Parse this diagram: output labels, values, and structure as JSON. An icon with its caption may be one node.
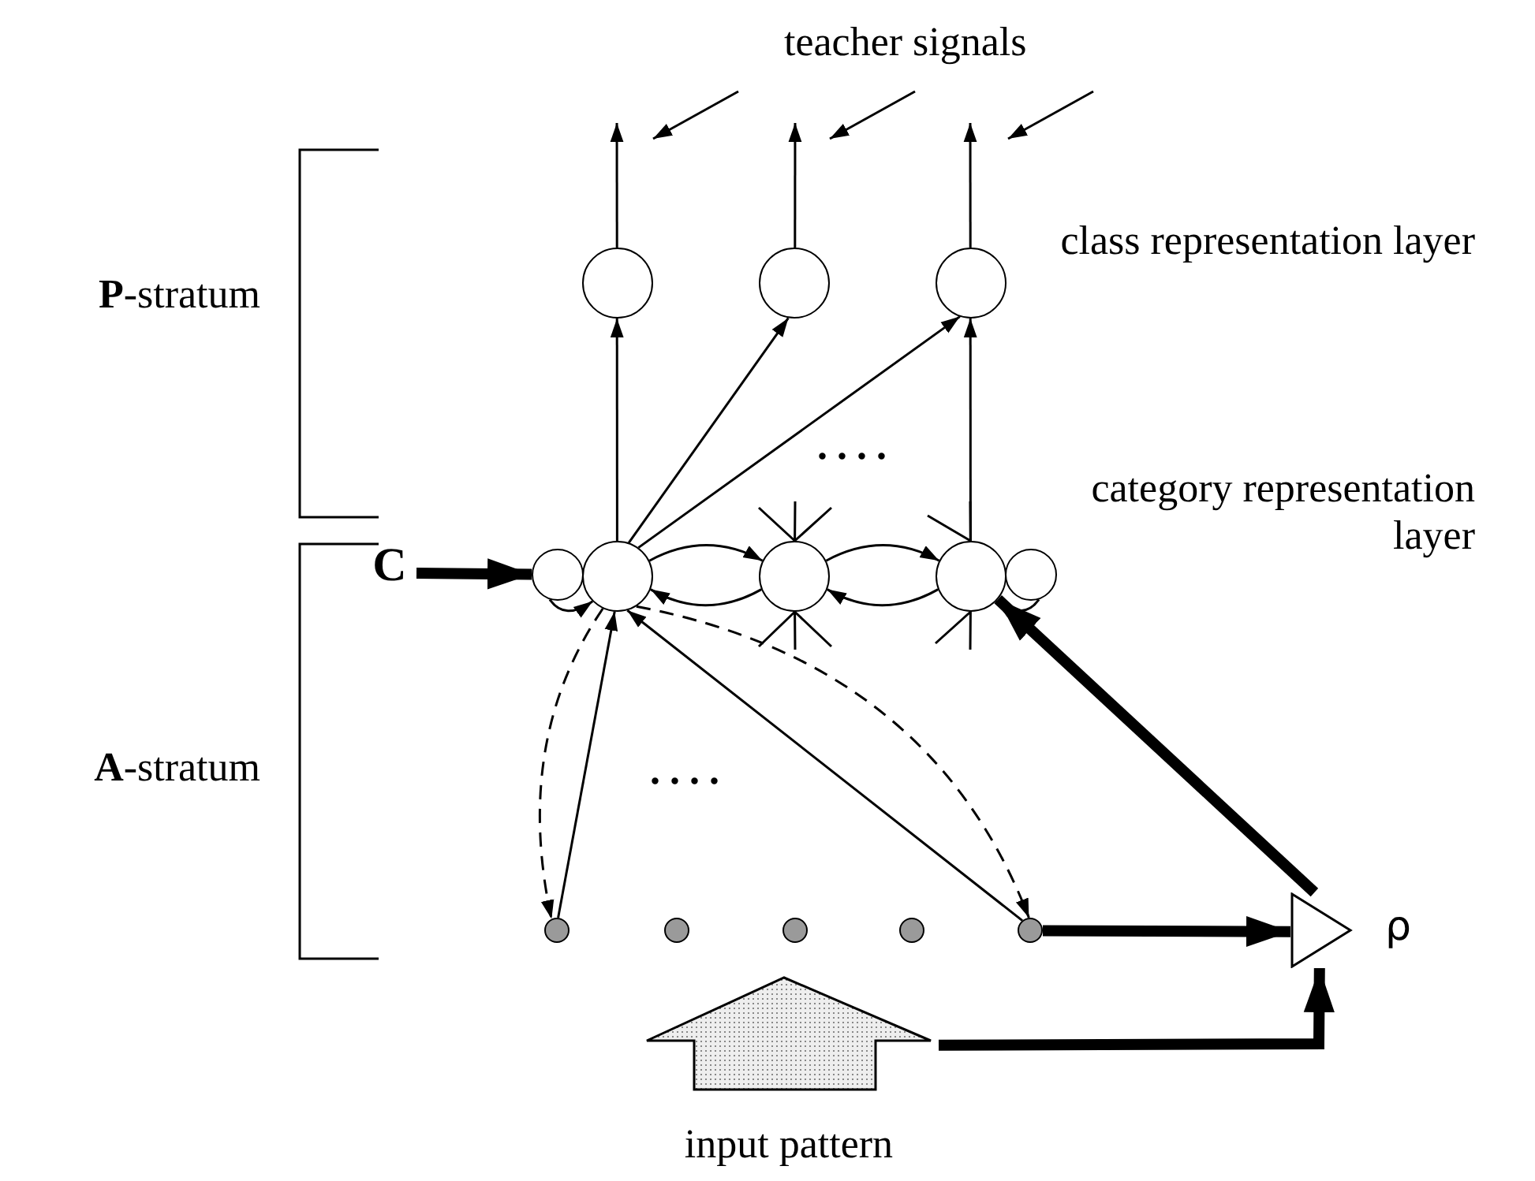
{
  "diagram": {
    "nodes": [
      {
        "text": [],
        "shape": "circle"
      },
      {
        "text": [],
        "shape": "circle"
      },
      {
        "text": [],
        "shape": "circle"
      },
      {
        "text": [
          "C"
        ]
      },
      {
        "text": [],
        "shape": "circle"
      },
      {
        "text": [],
        "shape": "circle"
      },
      {
        "text": [],
        "shape": "circle"
      },
      {
        "text": [],
        "shape": "circle"
      },
      {
        "text": [],
        "shape": "circle"
      },
      {
        "text": [],
        "shape": "dot"
      },
      {
        "text": [],
        "shape": "dot"
      },
      {
        "text": [],
        "shape": "dot"
      },
      {
        "text": [],
        "shape": "dot"
      },
      {
        "text": [],
        "shape": "dot"
      },
      {
        "text": [
          "input pattern"
        ]
      },
      {
        "text": [],
        "shape": "triangle",
        "beside": [
          "ρ"
        ]
      }
    ],
    "edges": [
      {
        "from": 0,
        "to": null,
        "arrow": "to"
      },
      {
        "from": 1,
        "to": null,
        "arrow": "to"
      },
      {
        "from": 2,
        "to": null,
        "arrow": "to"
      },
      {
        "from": 5,
        "to": 0,
        "arrow": "to"
      },
      {
        "from": 5,
        "to": 1,
        "arrow": "to"
      },
      {
        "from": 5,
        "to": 2,
        "arrow": "to"
      },
      {
        "from": 7,
        "to": 2,
        "arrow": "to"
      },
      {
        "from": 3,
        "to": 4,
        "arrow": "to",
        "style": "thick"
      },
      {
        "from": 4,
        "to": 5,
        "arrow": "to"
      },
      {
        "from": 5,
        "to": 6,
        "arrow": "to"
      },
      {
        "from": 6,
        "to": 5,
        "arrow": "to"
      },
      {
        "from": 6,
        "to": 7,
        "arrow": "to"
      },
      {
        "from": 7,
        "to": 6,
        "arrow": "to"
      },
      {
        "from": 8,
        "to": 7,
        "arrow": "to"
      },
      {
        "from": null,
        "to": 6,
        "arrow": "none"
      },
      {
        "from": null,
        "to": 6,
        "arrow": "none"
      },
      {
        "from": null,
        "to": 7,
        "arrow": "none"
      },
      {
        "from": null,
        "to": 7,
        "arrow": "none"
      },
      {
        "from": 9,
        "to": 5,
        "arrow": "to"
      },
      {
        "from": 13,
        "to": 5,
        "arrow": "to"
      },
      {
        "from": 5,
        "to": 9,
        "arrow": "to",
        "style": "dashed"
      },
      {
        "from": 5,
        "to": 13,
        "arrow": "to",
        "style": "dashed"
      },
      {
        "from": 13,
        "to": 15,
        "arrow": "to",
        "style": "thick"
      },
      {
        "from": 14,
        "to": 15,
        "arrow": "to",
        "style": "thick"
      },
      {
        "from": 15,
        "to": 7,
        "arrow": "to",
        "style": "thick"
      }
    ],
    "labels": [
      "teacher signals",
      "class representation layer",
      "**P**-stratum",
      "category representation layer",
      "....",
      "**A**-stratum",
      "...."
    ]
  }
}
